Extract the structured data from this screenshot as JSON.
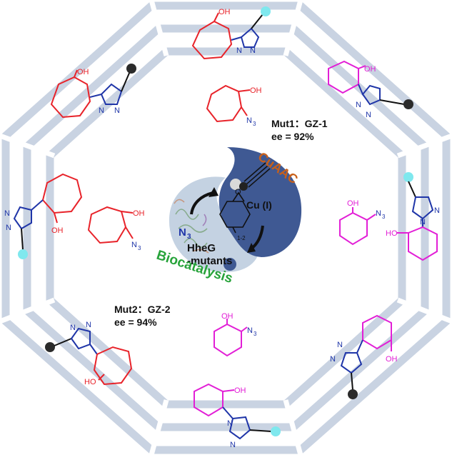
{
  "colors": {
    "frame": "#c9d3e2",
    "red": "#e8232a",
    "magenta": "#e21fd6",
    "navy": "#1f35a8",
    "yin_dark": "#3f5993",
    "yang_light": "#c4d2e2",
    "cuaac": "#c8601a",
    "biocatalysis": "#27a33a",
    "cyan_ball": "#7fe8ee",
    "dark_ball": "#2b2b2b"
  },
  "labels": {
    "mut1_line1": "Mut1：GZ-1",
    "mut1_line2": "ee = 92%",
    "mut2_line1": "Mut2：GZ-2",
    "mut2_line2": "ee = 94%",
    "cuaac": "CuAAC",
    "biocatalysis": "Biocatalysis",
    "enzyme_line1": "HheG",
    "enzyme_line2": "-mutants",
    "azide": "N",
    "azide_sub": "3",
    "catalyst": "Cu (I)",
    "ring_size": "1-2",
    "epoxide_o": "O"
  },
  "atoms": {
    "oh": "OH",
    "ho": "HO",
    "n": "N",
    "n3": "N",
    "n3_sub": "3",
    "triazole_n1": "N",
    "triazole_n2": "N",
    "triazole_n3": "N"
  },
  "icons": [
    "ball-cyan",
    "ball-dark",
    "swirl-arrow",
    "alkyne-triple-bond",
    "enzyme-protein-cartoon"
  ]
}
